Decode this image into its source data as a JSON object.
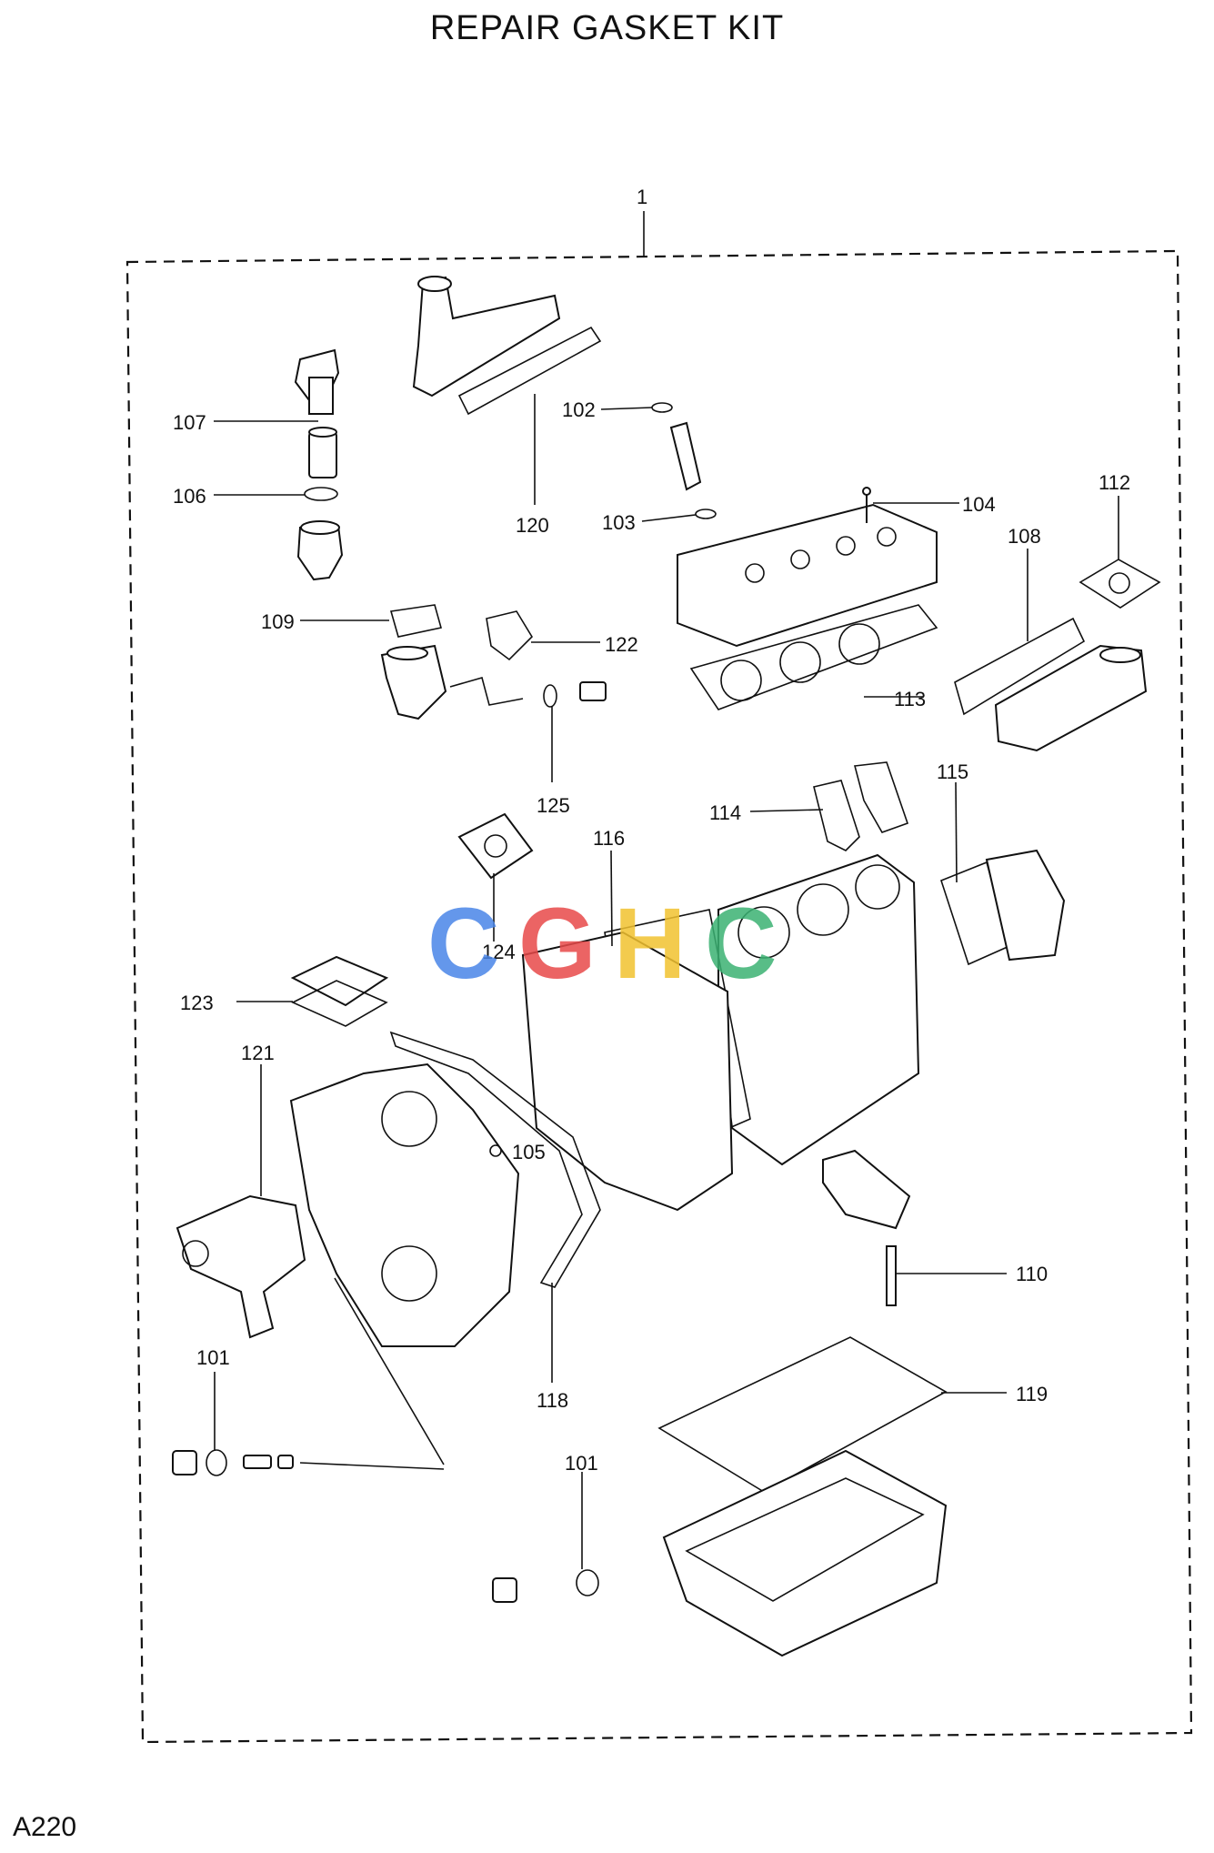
{
  "title": "REPAIR GASKET KIT",
  "page_code": "A220",
  "watermark": "CGHC",
  "colors": {
    "watermark_c1": "#4a86e8",
    "watermark_g": "#e84a4a",
    "watermark_h": "#f2c230",
    "watermark_c2": "#3bb273"
  },
  "callouts": {
    "c1": "1",
    "c101a": "101",
    "c101b": "101",
    "c102": "102",
    "c103": "103",
    "c104": "104",
    "c105": "105",
    "c106": "106",
    "c107": "107",
    "c108": "108",
    "c109": "109",
    "c110": "110",
    "c112": "112",
    "c113": "113",
    "c114": "114",
    "c115": "115",
    "c116": "116",
    "c118": "118",
    "c119": "119",
    "c120": "120",
    "c121": "121",
    "c122": "122",
    "c123": "123",
    "c124": "124",
    "c125": "125"
  }
}
